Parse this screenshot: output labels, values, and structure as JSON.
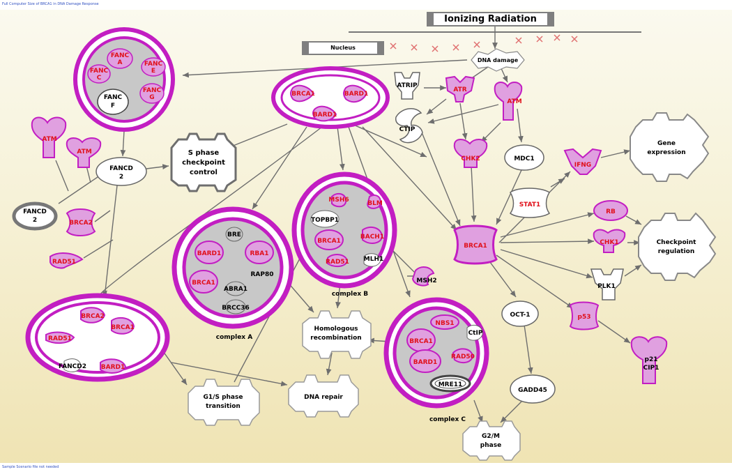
{
  "header": {
    "title": "Ionizing Radiation",
    "link_top": "Full Computer Size of BRCA1 in DNA Damage Response",
    "link_bottom": "Sample Scenario file not needed"
  },
  "compartment": {
    "nucleus": "Nucleus"
  },
  "colors": {
    "magenta": "#c21ec2",
    "magenta_light": "#e0a0e0",
    "fill_grey": "#c8c8c8",
    "red_label": "#e0101a",
    "line": "#6e6e6e"
  },
  "complexes": {
    "fanc": {
      "labels": [
        "FANC A",
        "FANC C",
        "FANC E",
        "FANC G",
        "FANC F"
      ]
    },
    "brca_bard": {
      "labels": [
        "BRCA1",
        "BARD1",
        "BARD1"
      ]
    },
    "lower_left": {
      "labels": [
        "BRCA2",
        "BRCA1",
        "RAD51",
        "BARD1",
        "FANCD2"
      ]
    },
    "a": {
      "name": "complex A",
      "labels": [
        "BRE",
        "BARD1",
        "RBA1",
        "RAP80",
        "BRCA1",
        "ABRA1",
        "BRCC36"
      ]
    },
    "b": {
      "name": "complex B",
      "labels": [
        "MSH6",
        "BLM",
        "TOPBP1",
        "BRCA1",
        "BACH1",
        "RAD51",
        "MLH1"
      ]
    },
    "c": {
      "name": "complex C",
      "labels": [
        "NBS1",
        "CtIP",
        "BRCA1",
        "BARD1",
        "RAD50",
        "MRE11"
      ]
    }
  },
  "nodes": {
    "dna_damage": "DNA damage",
    "atrip": "ATRIP",
    "atr": "ATR",
    "atm": "ATM",
    "ctip": "CTIP",
    "chk2": "CHK2",
    "mdc1": "MDC1",
    "gene_expression": "Gene expression",
    "ifng": "IFNG",
    "stat1": "STAT1",
    "rb": "RB",
    "chk1": "CHK1",
    "checkpoint_regulation": "Checkpoint regulation",
    "brca1": "BRCA1",
    "plk1": "PLK1",
    "msh2": "MSH2",
    "oct1": "OCT-1",
    "p53": "p53",
    "p21": "p21",
    "cip1": "CIP1",
    "gadd45": "GADD45",
    "g2m": "G2/M phase",
    "hr": "Homologous recombination",
    "dna_repair": "DNA repair",
    "g1s": "G1/S phase transition",
    "s_phase": "S phase checkpoint control",
    "fancd2": "FANCD 2",
    "fancd2_ring": "FANCD 2",
    "brca2": "BRCA2",
    "rad51": "RAD51",
    "atm1": "ATM",
    "atm2": "ATM"
  }
}
